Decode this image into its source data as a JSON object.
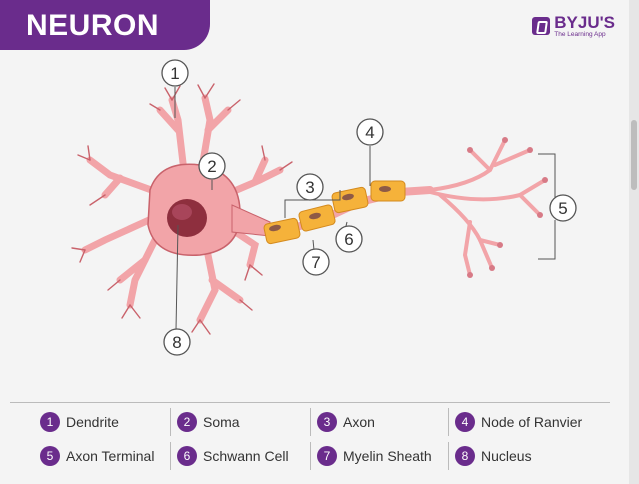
{
  "title": "NEURON",
  "brand": {
    "name": "BYJU'S",
    "tagline": "The Learning App"
  },
  "callouts": [
    "1",
    "2",
    "3",
    "4",
    "5",
    "6",
    "7",
    "8"
  ],
  "legend": [
    {
      "num": "1",
      "label": "Dendrite"
    },
    {
      "num": "2",
      "label": "Soma"
    },
    {
      "num": "3",
      "label": "Axon"
    },
    {
      "num": "4",
      "label": "Node of Ranvier"
    },
    {
      "num": "5",
      "label": "Axon Terminal"
    },
    {
      "num": "6",
      "label": "Schwann Cell"
    },
    {
      "num": "7",
      "label": "Myelin Sheath"
    },
    {
      "num": "8",
      "label": "Nucleus"
    }
  ],
  "colors": {
    "accent": "#6a2c8c",
    "cell_body": "#f2a4a8",
    "cell_outline": "#c9626b",
    "nucleus": "#8e2f3e",
    "myelin": "#f5b23a"
  }
}
